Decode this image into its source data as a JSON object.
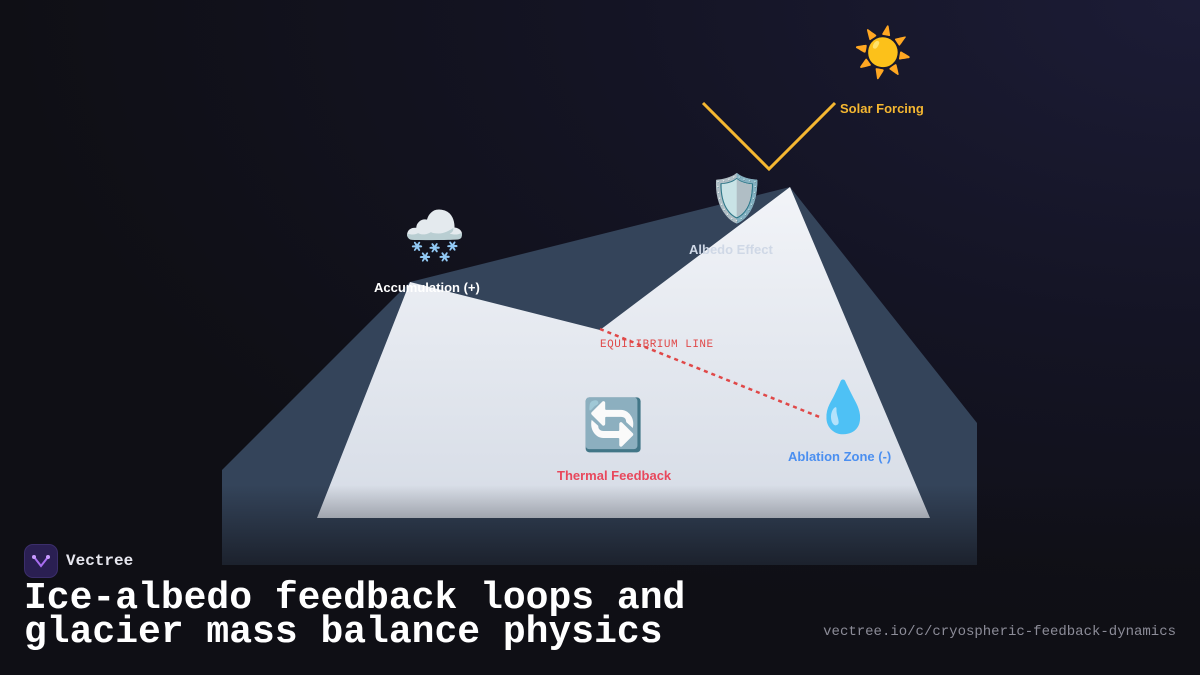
{
  "diagram": {
    "nodes": {
      "solar": {
        "icon": "sun-icon",
        "glyph": "☀️",
        "label": "Solar Forcing",
        "color": "#f5b731"
      },
      "albedo": {
        "icon": "shield-icon",
        "glyph": "🛡️",
        "label": "Albedo Effect",
        "color": "#cfd8e6"
      },
      "accumulation": {
        "icon": "snow-cloud-icon",
        "glyph": "🌨️",
        "label": "Accumulation (+)",
        "color": "#ffffff"
      },
      "thermal": {
        "icon": "cycle-arrows-icon",
        "glyph": "🔄",
        "label": "Thermal Feedback",
        "color": "#e8485c"
      },
      "ablation": {
        "icon": "droplet-icon",
        "glyph": "💧",
        "label": "Ablation Zone (-)",
        "color": "#4b8ff0"
      }
    },
    "equilibrium_line": {
      "label": "EQUILIBRIUM LINE",
      "color": "#e04848"
    },
    "solar_ray_color": "#f5b731",
    "glacier_color": "#e6eaf2",
    "mountain_color": "#34445a"
  },
  "footer": {
    "brand": "Vectree",
    "title": "Ice-albedo feedback loops and glacier mass balance physics",
    "url": "vectree.io/c/cryospheric-feedback-dynamics"
  }
}
